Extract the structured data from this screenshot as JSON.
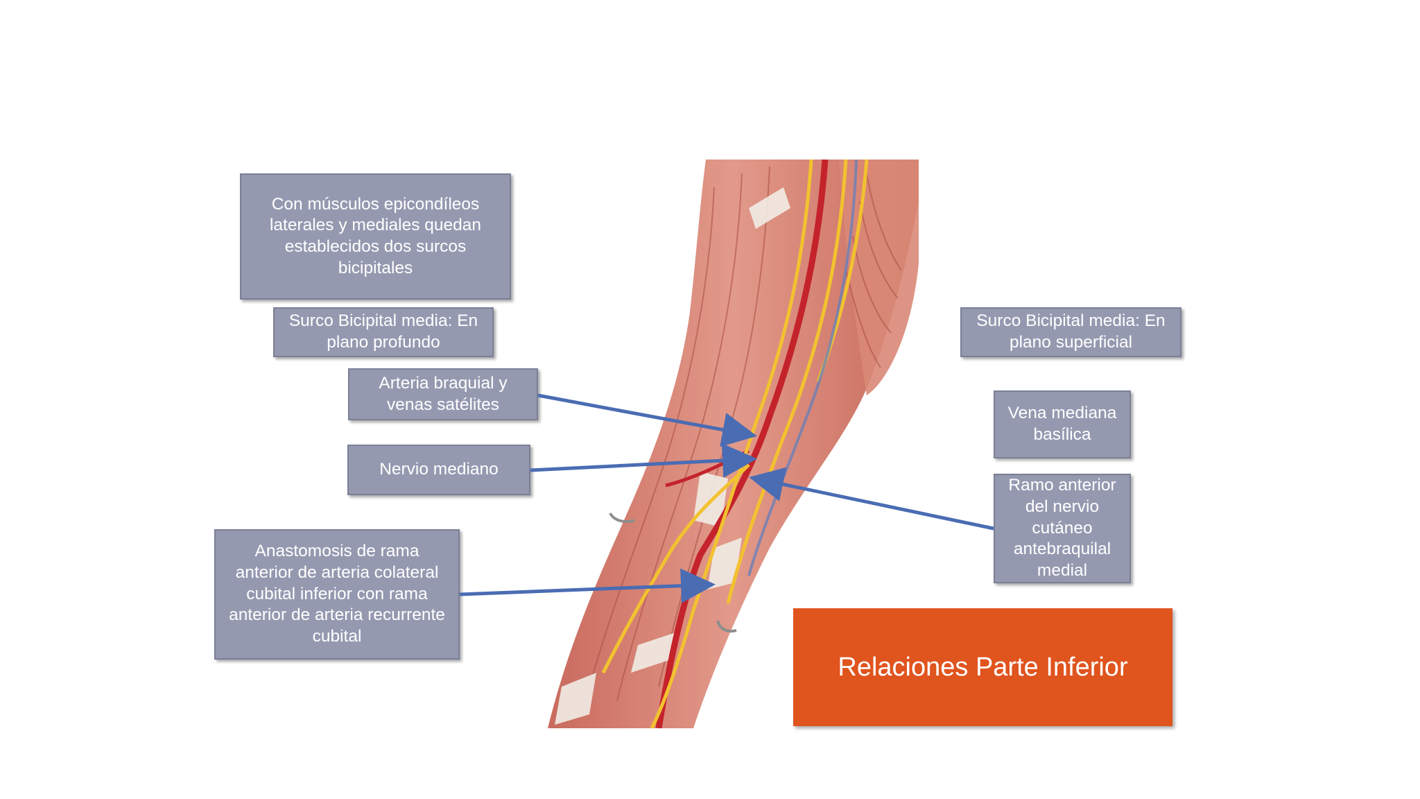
{
  "labels": {
    "intro": "Con músculos epicondíleos laterales y mediales quedan establecidos dos surcos bicipitales",
    "surco_profundo": "Surco Bicipital media: En plano profundo",
    "arteria": "Arteria braquial y venas satélites",
    "nervio": "Nervio mediano",
    "anastomosis": "Anastomosis de rama anterior de arteria colateral cubital inferior con rama anterior de arteria recurrente cubital",
    "surco_superficial": "Surco Bicipital media: En plano superficial",
    "vena": "Vena mediana basílica",
    "ramo": "Ramo anterior del nervio cutáneo antebraquilal medial"
  },
  "title": "Relaciones Parte Inferior",
  "colors": {
    "label_fill": "#9599b0",
    "arrow": "#4a6cb3",
    "title_fill": "#e0541e"
  }
}
